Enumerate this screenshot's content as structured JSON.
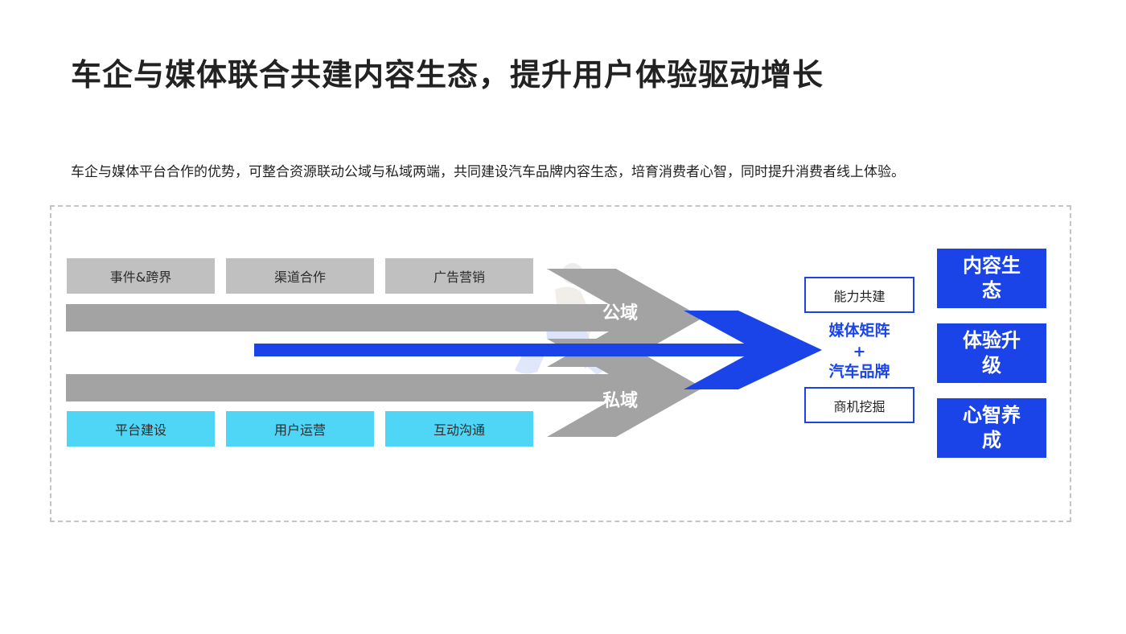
{
  "title": "车企与媒体联合共建内容生态，提升用户体验驱动增长",
  "subtitle": "车企与媒体平台合作的优势，可整合资源联动公域与私域两端，共同建设汽车品牌内容生态，培育消费者心智，同时提升消费者线上体验。",
  "public_tags": [
    "事件&跨界",
    "渠道合作",
    "广告营销"
  ],
  "private_tags": [
    "平台建设",
    "用户运营",
    "互动沟通"
  ],
  "arrows": {
    "public": "公域",
    "private": "私域"
  },
  "center": {
    "top_box": "能力共建",
    "line1": "媒体矩阵",
    "plus": "+",
    "line2": "汽车品牌",
    "bottom_box": "商机挖掘"
  },
  "results": [
    "内容生态",
    "体验升级",
    "心智养成"
  ],
  "colors": {
    "accent_blue": "#1a44e8",
    "arrow_grey": "#a3a3a3",
    "tag_grey": "#c0c0c0",
    "tag_cyan": "#4fd6f7"
  }
}
